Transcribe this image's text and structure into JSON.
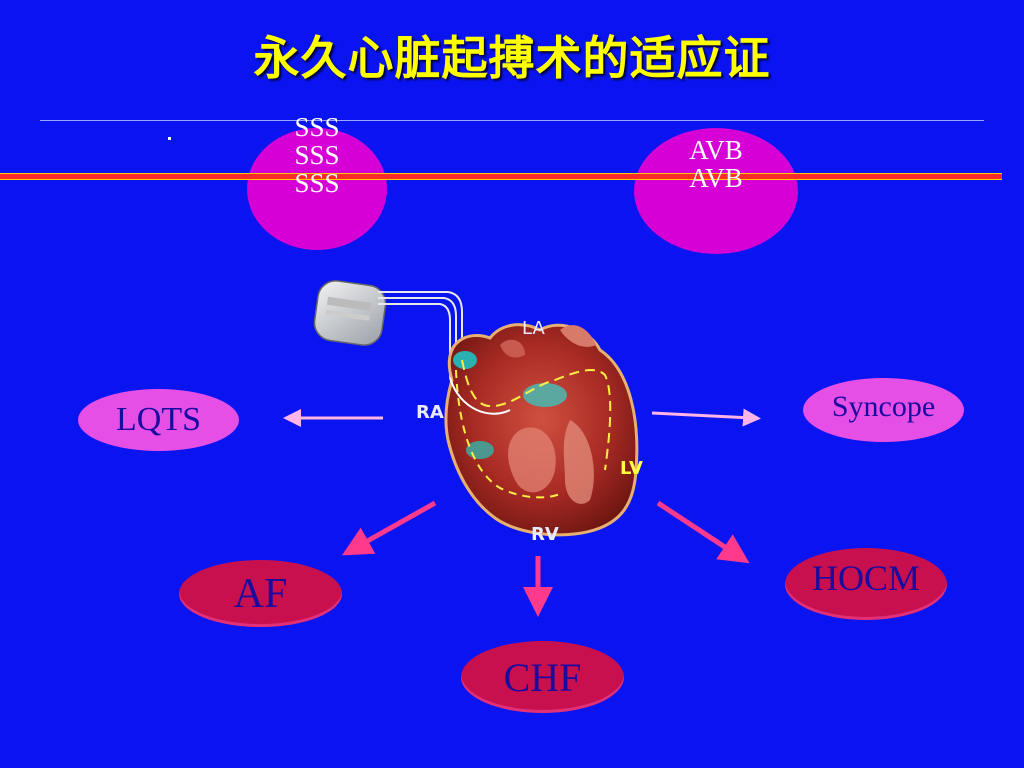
{
  "slide": {
    "title": "永久心脏起搏术的适应证",
    "sss": [
      "SSS",
      "SSS",
      "SSS"
    ],
    "avb": [
      "AVB",
      "AVB"
    ],
    "conditions": {
      "lqts": "LQTS",
      "syncope": "Syncope",
      "af": "AF",
      "chf": "CHF",
      "hocm": "HOCM"
    },
    "heart_labels": {
      "la": "LA",
      "ra": "RA",
      "lv": "LV",
      "rv": "RV"
    }
  },
  "colors": {
    "background": "#0a14f0",
    "title": "#ffff00",
    "magenta_oval": "#d600d6",
    "pink_oval": "#e64fe6",
    "crimson_oval": "#c8104e",
    "arrow_pink": "#ff3a8c",
    "arrow_light": "#ffb3e6"
  }
}
